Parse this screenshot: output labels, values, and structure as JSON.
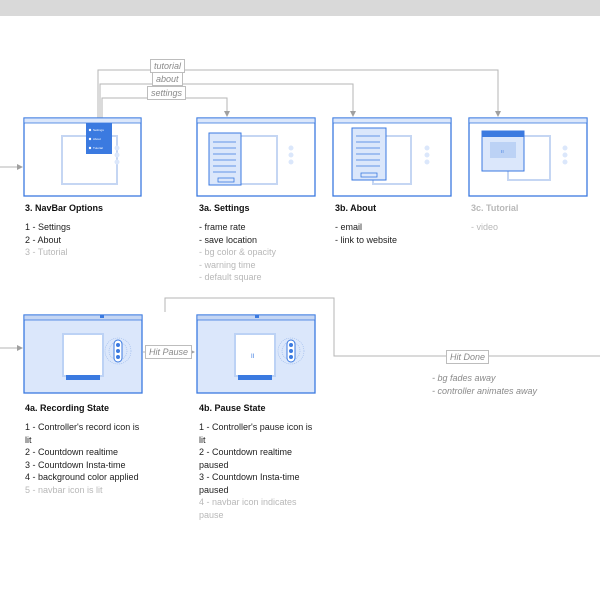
{
  "edges": {
    "tutorial": "tutorial",
    "about": "about",
    "settings": "settings",
    "hit_pause": "Hit Pause",
    "hit_done": "Hit Done"
  },
  "nav_menu": [
    "Settings",
    "About",
    "Tutorial"
  ],
  "pause_glyph": "II",
  "screens": {
    "navbar_options": {
      "title": "3. NavBar Options",
      "items": [
        "1 - Settings",
        "2 - About",
        "3 - Tutorial"
      ]
    },
    "settings": {
      "title": "3a. Settings",
      "items": [
        "- frame rate",
        "- save location",
        "- bg color & opacity",
        "- warning time",
        "- default square"
      ]
    },
    "about": {
      "title": "3b. About",
      "items": [
        "- email",
        "- link to website"
      ]
    },
    "tutorial": {
      "title": "3c. Tutorial",
      "items": [
        "- video"
      ]
    },
    "recording": {
      "title": "4a. Recording State",
      "items": [
        "1 - Controller's record icon is lit",
        "2 - Countdown realtime",
        "3 - Countdown Insta-time",
        "4 - background color applied",
        "5 - navbar icon is lit"
      ]
    },
    "pause": {
      "title": "4b. Pause State",
      "items": [
        "1 - Controller's pause icon is lit",
        "2 - Countdown realtime paused",
        "3 - Countdown Insta-time paused",
        "4 - navbar icon indicates pause"
      ]
    }
  },
  "done_notes": [
    "- bg fades away",
    "- controller animates away"
  ],
  "colors": {
    "accent": "#3b7ae0",
    "light": "#dbe7fb",
    "line": "#b5b5b5",
    "dim_text": "#b8b8b8"
  }
}
